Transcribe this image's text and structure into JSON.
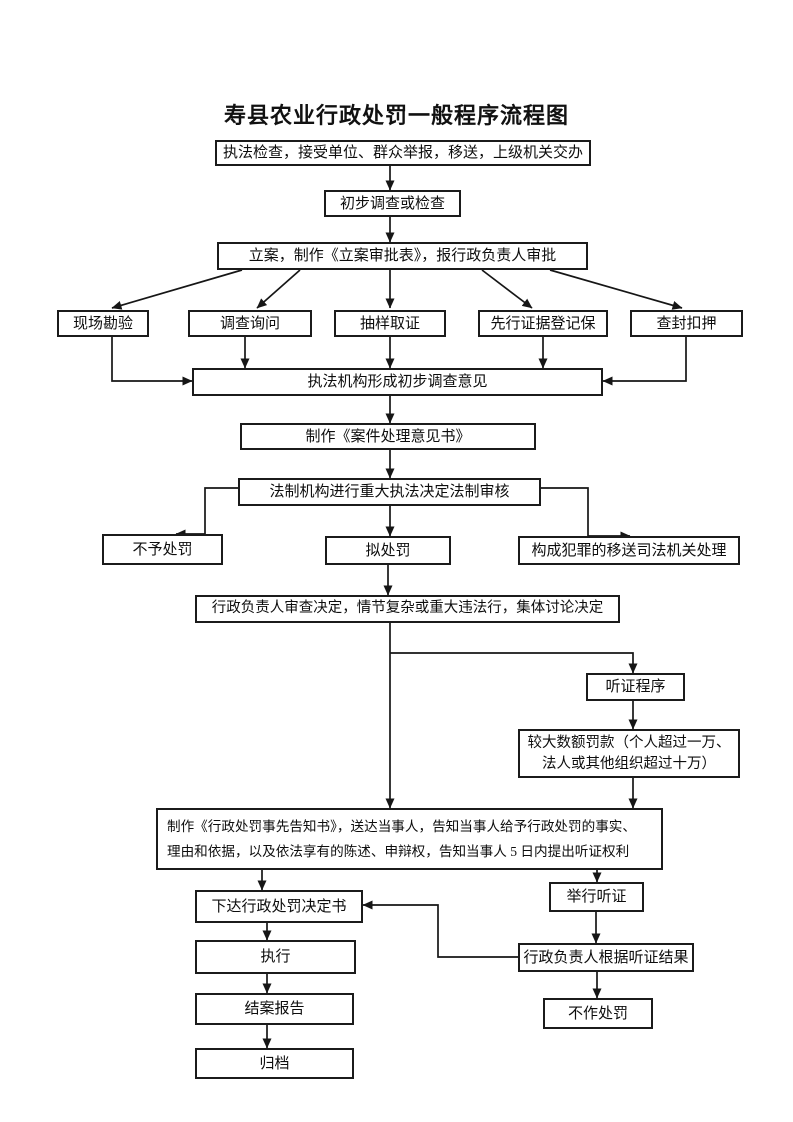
{
  "title": "寿县农业行政处罚一般程序流程图",
  "nodes": {
    "intake": "执法检查，接受单位、群众举报，移送，上级机关交办",
    "initial_check": "初步调查或检查",
    "filing": "立案，制作《立案审批表》，报行政负责人审批",
    "scene_survey": "现场勘验",
    "inquiry": "调查询问",
    "sampling": "抽样取证",
    "evidence_register": "先行证据登记保",
    "seizure": "查封扣押",
    "initial_opinion": "执法机构形成初步调查意见",
    "handling_opinion": "制作《案件处理意见书》",
    "legal_review": "法制机构进行重大执法决定法制审核",
    "no_penalty": "不予处罚",
    "proposed_penalty": "拟处罚",
    "judicial_transfer": "构成犯罪的移送司法机关处理",
    "chief_review": "行政负责人审查决定，情节复杂或重大违法行，集体讨论决定",
    "hearing_procedure": "听证程序",
    "large_fine": [
      "较大数额罚款（个人超过一万、",
      "法人或其他组织超过十万）"
    ],
    "prior_notice": [
      "制作《行政处罚事先告知书》，送达当事人，告知当事人给予行政处罚的事实、",
      "理由和依据，以及依法享有的陈述、申辩权，告知当事人 5 日内提出听证权利"
    ],
    "penalty_decision": "下达行政处罚决定书",
    "execution": "执行",
    "closing_report": "结案报告",
    "archiving": "归档",
    "hold_hearing": "举行听证",
    "hearing_result": "行政负责人根据听证结果",
    "no_punishment": "不作处罚"
  }
}
